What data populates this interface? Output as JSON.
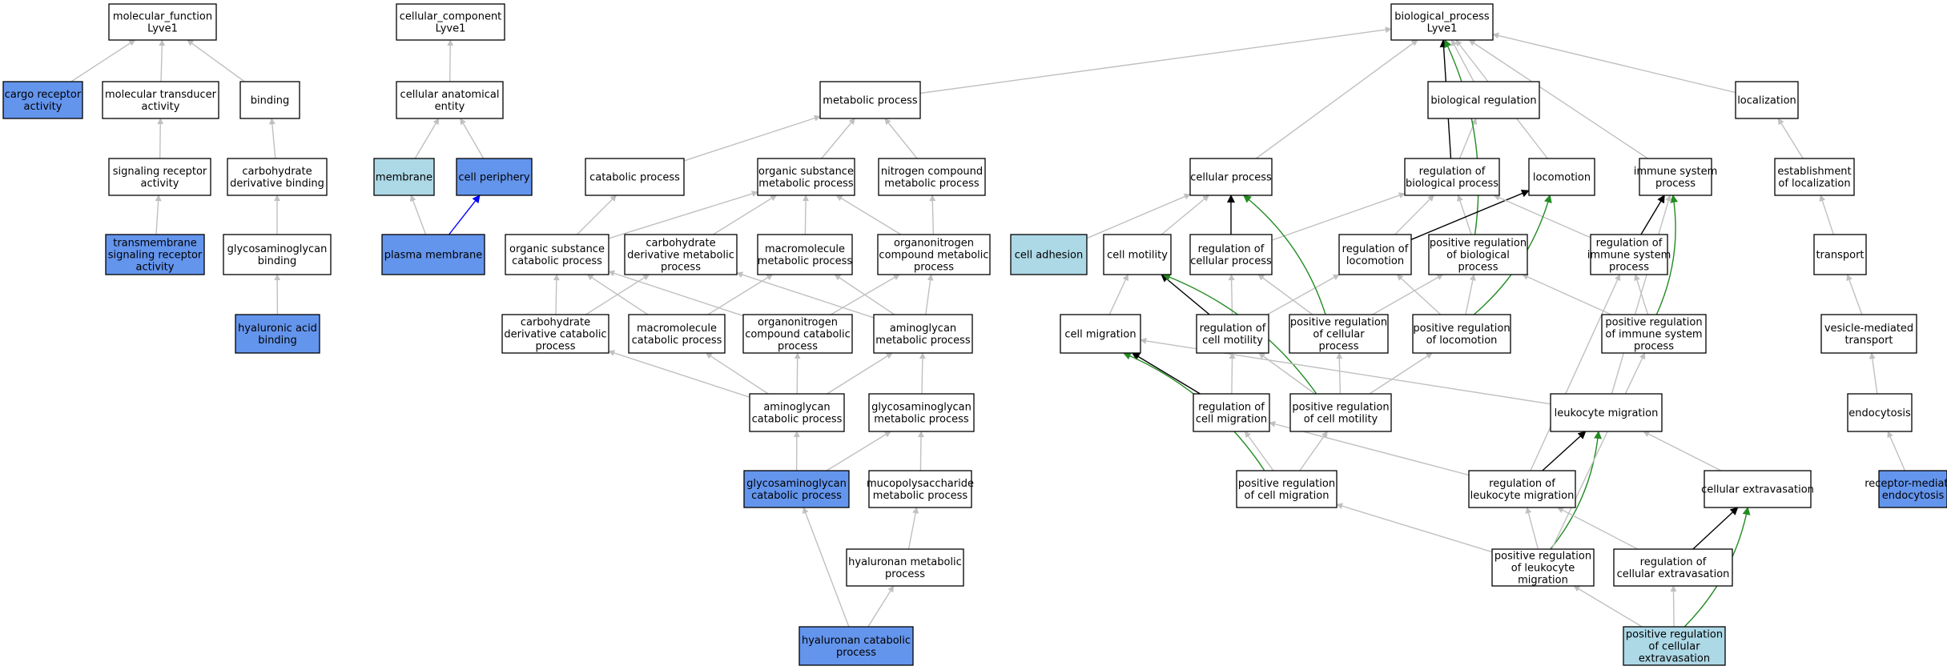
{
  "colors": {
    "default_fill": "#ffffff",
    "highlight_fill": "#6495ed",
    "light_fill": "#add8e6",
    "is_a_edge": "#c0c0c0",
    "regulates_edge": "#000000",
    "positively_regulates_edge": "#228b22",
    "part_of_edge": "#0000ff"
  },
  "nodes": [
    {
      "id": "mf_root",
      "lines": [
        "molecular_function",
        "Lyve1"
      ],
      "fill": "default"
    },
    {
      "id": "cargo_receptor",
      "lines": [
        "cargo receptor",
        "activity"
      ],
      "fill": "highlight"
    },
    {
      "id": "mol_transducer",
      "lines": [
        "molecular transducer",
        "activity"
      ],
      "fill": "default"
    },
    {
      "id": "binding",
      "lines": [
        "binding"
      ],
      "fill": "default"
    },
    {
      "id": "signaling_receptor",
      "lines": [
        "signaling receptor",
        "activity"
      ],
      "fill": "default"
    },
    {
      "id": "carb_deriv_binding",
      "lines": [
        "carbohydrate",
        "derivative binding"
      ],
      "fill": "default"
    },
    {
      "id": "tm_signaling",
      "lines": [
        "transmembrane",
        "signaling receptor",
        "activity"
      ],
      "fill": "highlight"
    },
    {
      "id": "gag_binding",
      "lines": [
        "glycosaminoglycan",
        "binding"
      ],
      "fill": "default"
    },
    {
      "id": "ha_binding",
      "lines": [
        "hyaluronic acid",
        "binding"
      ],
      "fill": "highlight"
    },
    {
      "id": "cc_root",
      "lines": [
        "cellular_component",
        "Lyve1"
      ],
      "fill": "default"
    },
    {
      "id": "cell_anat",
      "lines": [
        "cellular anatomical",
        "entity"
      ],
      "fill": "default"
    },
    {
      "id": "membrane",
      "lines": [
        "membrane"
      ],
      "fill": "light"
    },
    {
      "id": "cell_periphery",
      "lines": [
        "cell periphery"
      ],
      "fill": "highlight"
    },
    {
      "id": "plasma_membrane",
      "lines": [
        "plasma membrane"
      ],
      "fill": "highlight"
    },
    {
      "id": "bp_root",
      "lines": [
        "biological_process",
        "Lyve1"
      ],
      "fill": "default"
    },
    {
      "id": "metabolic",
      "lines": [
        "metabolic process"
      ],
      "fill": "default"
    },
    {
      "id": "catabolic",
      "lines": [
        "catabolic process"
      ],
      "fill": "default"
    },
    {
      "id": "org_sub_metab",
      "lines": [
        "organic substance",
        "metabolic process"
      ],
      "fill": "default"
    },
    {
      "id": "nitrogen_metab",
      "lines": [
        "nitrogen compound",
        "metabolic process"
      ],
      "fill": "default"
    },
    {
      "id": "org_sub_catab",
      "lines": [
        "organic substance",
        "catabolic process"
      ],
      "fill": "default"
    },
    {
      "id": "carb_deriv_metab",
      "lines": [
        "carbohydrate",
        "derivative metabolic",
        "process"
      ],
      "fill": "default"
    },
    {
      "id": "macromol_metab",
      "lines": [
        "macromolecule",
        "metabolic process"
      ],
      "fill": "default"
    },
    {
      "id": "organonitrogen_metab",
      "lines": [
        "organonitrogen",
        "compound metabolic",
        "process"
      ],
      "fill": "default"
    },
    {
      "id": "carb_deriv_catab",
      "lines": [
        "carbohydrate",
        "derivative catabolic",
        "process"
      ],
      "fill": "default"
    },
    {
      "id": "macromol_catab",
      "lines": [
        "macromolecule",
        "catabolic process"
      ],
      "fill": "default"
    },
    {
      "id": "organonitrogen_catab",
      "lines": [
        "organonitrogen",
        "compound catabolic",
        "process"
      ],
      "fill": "default"
    },
    {
      "id": "aminoglycan_metab",
      "lines": [
        "aminoglycan",
        "metabolic process"
      ],
      "fill": "default"
    },
    {
      "id": "aminoglycan_catab",
      "lines": [
        "aminoglycan",
        "catabolic process"
      ],
      "fill": "default"
    },
    {
      "id": "gag_metab",
      "lines": [
        "glycosaminoglycan",
        "metabolic process"
      ],
      "fill": "default"
    },
    {
      "id": "gag_catab",
      "lines": [
        "glycosaminoglycan",
        "catabolic process"
      ],
      "fill": "highlight"
    },
    {
      "id": "mucopoly_metab",
      "lines": [
        "mucopolysaccharide",
        "metabolic process"
      ],
      "fill": "default"
    },
    {
      "id": "ha_metab",
      "lines": [
        "hyaluronan metabolic",
        "process"
      ],
      "fill": "default"
    },
    {
      "id": "ha_catab",
      "lines": [
        "hyaluronan catabolic",
        "process"
      ],
      "fill": "highlight"
    },
    {
      "id": "cellular_process",
      "lines": [
        "cellular process"
      ],
      "fill": "default"
    },
    {
      "id": "bio_reg",
      "lines": [
        "biological regulation"
      ],
      "fill": "default"
    },
    {
      "id": "reg_bio",
      "lines": [
        "regulation of",
        "biological process"
      ],
      "fill": "default"
    },
    {
      "id": "locomotion",
      "lines": [
        "locomotion"
      ],
      "fill": "default"
    },
    {
      "id": "immune",
      "lines": [
        "immune system",
        "process"
      ],
      "fill": "default"
    },
    {
      "id": "localization",
      "lines": [
        "localization"
      ],
      "fill": "default"
    },
    {
      "id": "cell_adhesion",
      "lines": [
        "cell adhesion"
      ],
      "fill": "light"
    },
    {
      "id": "cell_motility",
      "lines": [
        "cell motility"
      ],
      "fill": "default"
    },
    {
      "id": "reg_cellular",
      "lines": [
        "regulation of",
        "cellular process"
      ],
      "fill": "default"
    },
    {
      "id": "reg_locomotion",
      "lines": [
        "regulation of",
        "locomotion"
      ],
      "fill": "default"
    },
    {
      "id": "pos_reg_bio",
      "lines": [
        "positive regulation",
        "of biological",
        "process"
      ],
      "fill": "default"
    },
    {
      "id": "reg_immune",
      "lines": [
        "regulation of",
        "immune system",
        "process"
      ],
      "fill": "default"
    },
    {
      "id": "est_localization",
      "lines": [
        "establishment",
        "of localization"
      ],
      "fill": "default"
    },
    {
      "id": "transport",
      "lines": [
        "transport"
      ],
      "fill": "default"
    },
    {
      "id": "cell_migration",
      "lines": [
        "cell migration"
      ],
      "fill": "default"
    },
    {
      "id": "reg_cell_motility",
      "lines": [
        "regulation of",
        "cell motility"
      ],
      "fill": "default"
    },
    {
      "id": "pos_reg_cellular",
      "lines": [
        "positive regulation",
        "of cellular",
        "process"
      ],
      "fill": "default"
    },
    {
      "id": "pos_reg_locomotion",
      "lines": [
        "positive regulation",
        "of locomotion"
      ],
      "fill": "default"
    },
    {
      "id": "pos_reg_immune",
      "lines": [
        "positive regulation",
        "of immune system",
        "process"
      ],
      "fill": "default"
    },
    {
      "id": "vesicle_transport",
      "lines": [
        "vesicle-mediated",
        "transport"
      ],
      "fill": "default"
    },
    {
      "id": "reg_cell_migration",
      "lines": [
        "regulation of",
        "cell migration"
      ],
      "fill": "default"
    },
    {
      "id": "pos_reg_cell_motility",
      "lines": [
        "positive regulation",
        "of cell motility"
      ],
      "fill": "default"
    },
    {
      "id": "leukocyte_migration",
      "lines": [
        "leukocyte migration"
      ],
      "fill": "default"
    },
    {
      "id": "endocytosis",
      "lines": [
        "endocytosis"
      ],
      "fill": "default"
    },
    {
      "id": "pos_reg_cell_migration",
      "lines": [
        "positive regulation",
        "of cell migration"
      ],
      "fill": "default"
    },
    {
      "id": "reg_leuk_migration",
      "lines": [
        "regulation of",
        "leukocyte migration"
      ],
      "fill": "default"
    },
    {
      "id": "cell_extravasation",
      "lines": [
        "cellular extravasation"
      ],
      "fill": "default"
    },
    {
      "id": "receptor_endocytosis",
      "lines": [
        "receptor-mediated",
        "endocytosis"
      ],
      "fill": "highlight"
    },
    {
      "id": "pos_reg_leuk_migration",
      "lines": [
        "positive regulation",
        "of leukocyte",
        "migration"
      ],
      "fill": "default"
    },
    {
      "id": "reg_cell_extravasation",
      "lines": [
        "regulation of",
        "cellular extravasation"
      ],
      "fill": "default"
    },
    {
      "id": "pos_reg_cell_extravasation",
      "lines": [
        "positive regulation",
        "of cellular",
        "extravasation"
      ],
      "fill": "light"
    }
  ],
  "edges": [
    {
      "from": "cargo_receptor",
      "to": "mf_root",
      "type": "is_a"
    },
    {
      "from": "mol_transducer",
      "to": "mf_root",
      "type": "is_a"
    },
    {
      "from": "binding",
      "to": "mf_root",
      "type": "is_a"
    },
    {
      "from": "signaling_receptor",
      "to": "mol_transducer",
      "type": "is_a"
    },
    {
      "from": "carb_deriv_binding",
      "to": "binding",
      "type": "is_a"
    },
    {
      "from": "tm_signaling",
      "to": "signaling_receptor",
      "type": "is_a"
    },
    {
      "from": "gag_binding",
      "to": "carb_deriv_binding",
      "type": "is_a"
    },
    {
      "from": "ha_binding",
      "to": "gag_binding",
      "type": "is_a"
    },
    {
      "from": "cell_anat",
      "to": "cc_root",
      "type": "is_a"
    },
    {
      "from": "membrane",
      "to": "cell_anat",
      "type": "is_a"
    },
    {
      "from": "cell_periphery",
      "to": "cell_anat",
      "type": "is_a"
    },
    {
      "from": "plasma_membrane",
      "to": "membrane",
      "type": "is_a"
    },
    {
      "from": "plasma_membrane",
      "to": "cell_periphery",
      "type": "part_of"
    },
    {
      "from": "metabolic",
      "to": "bp_root",
      "type": "is_a"
    },
    {
      "from": "catabolic",
      "to": "metabolic",
      "type": "is_a"
    },
    {
      "from": "org_sub_metab",
      "to": "metabolic",
      "type": "is_a"
    },
    {
      "from": "nitrogen_metab",
      "to": "metabolic",
      "type": "is_a"
    },
    {
      "from": "org_sub_catab",
      "to": "catabolic",
      "type": "is_a"
    },
    {
      "from": "org_sub_catab",
      "to": "org_sub_metab",
      "type": "is_a"
    },
    {
      "from": "carb_deriv_metab",
      "to": "org_sub_metab",
      "type": "is_a"
    },
    {
      "from": "macromol_metab",
      "to": "org_sub_metab",
      "type": "is_a"
    },
    {
      "from": "organonitrogen_metab",
      "to": "org_sub_metab",
      "type": "is_a"
    },
    {
      "from": "organonitrogen_metab",
      "to": "nitrogen_metab",
      "type": "is_a"
    },
    {
      "from": "carb_deriv_catab",
      "to": "org_sub_catab",
      "type": "is_a"
    },
    {
      "from": "carb_deriv_catab",
      "to": "carb_deriv_metab",
      "type": "is_a"
    },
    {
      "from": "macromol_catab",
      "to": "org_sub_catab",
      "type": "is_a"
    },
    {
      "from": "macromol_catab",
      "to": "macromol_metab",
      "type": "is_a"
    },
    {
      "from": "organonitrogen_catab",
      "to": "org_sub_catab",
      "type": "is_a"
    },
    {
      "from": "organonitrogen_catab",
      "to": "organonitrogen_metab",
      "type": "is_a"
    },
    {
      "from": "aminoglycan_metab",
      "to": "carb_deriv_metab",
      "type": "is_a"
    },
    {
      "from": "aminoglycan_metab",
      "to": "macromol_metab",
      "type": "is_a"
    },
    {
      "from": "aminoglycan_metab",
      "to": "organonitrogen_metab",
      "type": "is_a"
    },
    {
      "from": "aminoglycan_catab",
      "to": "carb_deriv_catab",
      "type": "is_a"
    },
    {
      "from": "aminoglycan_catab",
      "to": "macromol_catab",
      "type": "is_a"
    },
    {
      "from": "aminoglycan_catab",
      "to": "organonitrogen_catab",
      "type": "is_a"
    },
    {
      "from": "aminoglycan_catab",
      "to": "aminoglycan_metab",
      "type": "is_a"
    },
    {
      "from": "gag_metab",
      "to": "aminoglycan_metab",
      "type": "is_a"
    },
    {
      "from": "gag_catab",
      "to": "aminoglycan_catab",
      "type": "is_a"
    },
    {
      "from": "gag_catab",
      "to": "gag_metab",
      "type": "is_a"
    },
    {
      "from": "mucopoly_metab",
      "to": "gag_metab",
      "type": "is_a"
    },
    {
      "from": "ha_metab",
      "to": "mucopoly_metab",
      "type": "is_a"
    },
    {
      "from": "ha_catab",
      "to": "gag_catab",
      "type": "is_a"
    },
    {
      "from": "ha_catab",
      "to": "ha_metab",
      "type": "is_a"
    },
    {
      "from": "cellular_process",
      "to": "bp_root",
      "type": "is_a"
    },
    {
      "from": "bio_reg",
      "to": "bp_root",
      "type": "is_a"
    },
    {
      "from": "reg_bio",
      "to": "bp_root",
      "type": "regulates"
    },
    {
      "from": "reg_bio",
      "to": "bio_reg",
      "type": "is_a"
    },
    {
      "from": "locomotion",
      "to": "bp_root",
      "type": "is_a"
    },
    {
      "from": "immune",
      "to": "bp_root",
      "type": "is_a"
    },
    {
      "from": "localization",
      "to": "bp_root",
      "type": "is_a"
    },
    {
      "from": "pos_reg_bio",
      "to": "bp_root",
      "type": "positively_regulates"
    },
    {
      "from": "pos_reg_bio",
      "to": "reg_bio",
      "type": "is_a"
    },
    {
      "from": "cell_adhesion",
      "to": "cellular_process",
      "type": "is_a"
    },
    {
      "from": "cell_motility",
      "to": "cellular_process",
      "type": "is_a"
    },
    {
      "from": "reg_cellular",
      "to": "cellular_process",
      "type": "regulates"
    },
    {
      "from": "reg_cellular",
      "to": "reg_bio",
      "type": "is_a"
    },
    {
      "from": "reg_locomotion",
      "to": "locomotion",
      "type": "regulates"
    },
    {
      "from": "reg_locomotion",
      "to": "reg_bio",
      "type": "is_a"
    },
    {
      "from": "reg_immune",
      "to": "immune",
      "type": "regulates"
    },
    {
      "from": "reg_immune",
      "to": "reg_bio",
      "type": "is_a"
    },
    {
      "from": "est_localization",
      "to": "localization",
      "type": "is_a"
    },
    {
      "from": "transport",
      "to": "est_localization",
      "type": "is_a"
    },
    {
      "from": "vesicle_transport",
      "to": "transport",
      "type": "is_a"
    },
    {
      "from": "endocytosis",
      "to": "vesicle_transport",
      "type": "is_a"
    },
    {
      "from": "receptor_endocytosis",
      "to": "endocytosis",
      "type": "is_a"
    },
    {
      "from": "cell_migration",
      "to": "cell_motility",
      "type": "is_a"
    },
    {
      "from": "reg_cell_motility",
      "to": "cell_motility",
      "type": "regulates"
    },
    {
      "from": "reg_cell_motility",
      "to": "reg_cellular",
      "type": "is_a"
    },
    {
      "from": "reg_cell_motility",
      "to": "reg_locomotion",
      "type": "is_a"
    },
    {
      "from": "pos_reg_cellular",
      "to": "cellular_process",
      "type": "positively_regulates"
    },
    {
      "from": "pos_reg_cellular",
      "to": "reg_cellular",
      "type": "is_a"
    },
    {
      "from": "pos_reg_cellular",
      "to": "pos_reg_bio",
      "type": "is_a"
    },
    {
      "from": "pos_reg_locomotion",
      "to": "locomotion",
      "type": "positively_regulates"
    },
    {
      "from": "pos_reg_locomotion",
      "to": "reg_locomotion",
      "type": "is_a"
    },
    {
      "from": "pos_reg_locomotion",
      "to": "pos_reg_bio",
      "type": "is_a"
    },
    {
      "from": "pos_reg_immune",
      "to": "immune",
      "type": "positively_regulates"
    },
    {
      "from": "pos_reg_immune",
      "to": "reg_immune",
      "type": "is_a"
    },
    {
      "from": "pos_reg_immune",
      "to": "pos_reg_bio",
      "type": "is_a"
    },
    {
      "from": "reg_cell_migration",
      "to": "cell_migration",
      "type": "regulates"
    },
    {
      "from": "reg_cell_migration",
      "to": "reg_cell_motility",
      "type": "is_a"
    },
    {
      "from": "pos_reg_cell_motility",
      "to": "cell_motility",
      "type": "positively_regulates"
    },
    {
      "from": "pos_reg_cell_motility",
      "to": "reg_cell_motility",
      "type": "is_a"
    },
    {
      "from": "pos_reg_cell_motility",
      "to": "pos_reg_cellular",
      "type": "is_a"
    },
    {
      "from": "pos_reg_cell_motility",
      "to": "pos_reg_locomotion",
      "type": "is_a"
    },
    {
      "from": "leukocyte_migration",
      "to": "cell_migration",
      "type": "is_a"
    },
    {
      "from": "leukocyte_migration",
      "to": "immune",
      "type": "is_a"
    },
    {
      "from": "pos_reg_cell_migration",
      "to": "cell_migration",
      "type": "positively_regulates"
    },
    {
      "from": "pos_reg_cell_migration",
      "to": "reg_cell_migration",
      "type": "is_a"
    },
    {
      "from": "pos_reg_cell_migration",
      "to": "pos_reg_cell_motility",
      "type": "is_a"
    },
    {
      "from": "reg_leuk_migration",
      "to": "leukocyte_migration",
      "type": "regulates"
    },
    {
      "from": "reg_leuk_migration",
      "to": "reg_cell_migration",
      "type": "is_a"
    },
    {
      "from": "reg_leuk_migration",
      "to": "reg_immune",
      "type": "is_a"
    },
    {
      "from": "cell_extravasation",
      "to": "leukocyte_migration",
      "type": "is_a"
    },
    {
      "from": "pos_reg_leuk_migration",
      "to": "leukocyte_migration",
      "type": "positively_regulates"
    },
    {
      "from": "pos_reg_leuk_migration",
      "to": "reg_leuk_migration",
      "type": "is_a"
    },
    {
      "from": "pos_reg_leuk_migration",
      "to": "pos_reg_cell_migration",
      "type": "is_a"
    },
    {
      "from": "pos_reg_leuk_migration",
      "to": "pos_reg_immune",
      "type": "is_a"
    },
    {
      "from": "reg_cell_extravasation",
      "to": "cell_extravasation",
      "type": "regulates"
    },
    {
      "from": "reg_cell_extravasation",
      "to": "reg_leuk_migration",
      "type": "is_a"
    },
    {
      "from": "pos_reg_cell_extravasation",
      "to": "cell_extravasation",
      "type": "positively_regulates"
    },
    {
      "from": "pos_reg_cell_extravasation",
      "to": "reg_cell_extravasation",
      "type": "is_a"
    },
    {
      "from": "pos_reg_cell_extravasation",
      "to": "pos_reg_leuk_migration",
      "type": "is_a"
    }
  ]
}
